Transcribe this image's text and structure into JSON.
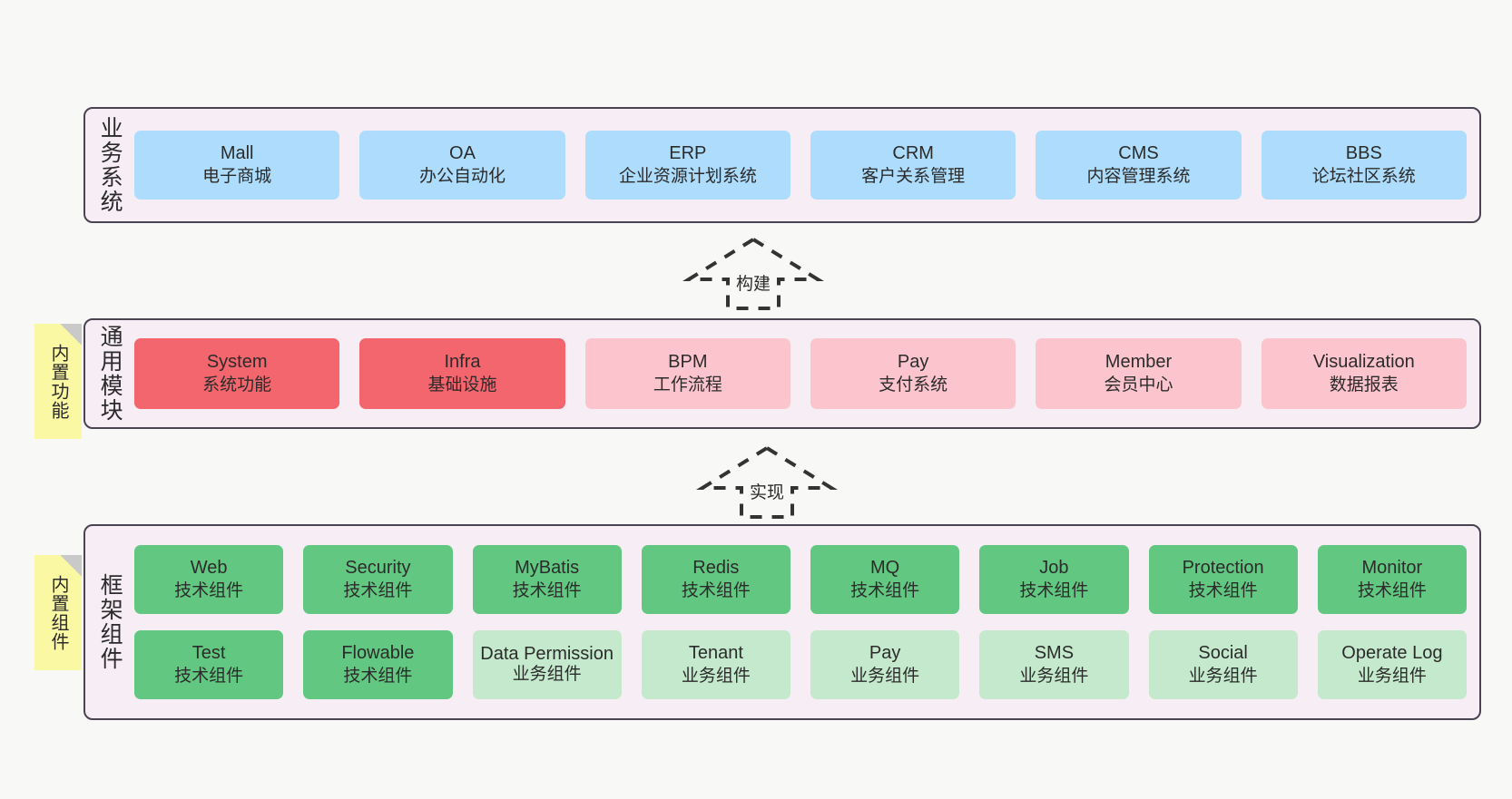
{
  "diagram": {
    "background_color": "#f8f8f7",
    "layer_bg_color": "#f7edf5",
    "layer_border_color": "#4a4452",
    "note_color": "#fbf8a4"
  },
  "notes": [
    {
      "label": "内置功能"
    },
    {
      "label": "内置组件"
    }
  ],
  "arrows": [
    {
      "label": "构建"
    },
    {
      "label": "实现"
    }
  ],
  "layers": [
    {
      "title": "业务系统",
      "rows": [
        {
          "cards": [
            {
              "name": "Mall",
              "sub": "电子商城",
              "color": "#addcfc"
            },
            {
              "name": "OA",
              "sub": "办公自动化",
              "color": "#addcfc"
            },
            {
              "name": "ERP",
              "sub": "企业资源计划系统",
              "color": "#addcfc"
            },
            {
              "name": "CRM",
              "sub": "客户关系管理",
              "color": "#addcfc"
            },
            {
              "name": "CMS",
              "sub": "内容管理系统",
              "color": "#addcfc"
            },
            {
              "name": "BBS",
              "sub": "论坛社区系统",
              "color": "#addcfc"
            }
          ]
        }
      ]
    },
    {
      "title": "通用模块",
      "rows": [
        {
          "cards": [
            {
              "name": "System",
              "sub": "系统功能",
              "color": "#f4666e"
            },
            {
              "name": "Infra",
              "sub": "基础设施",
              "color": "#f4666e"
            },
            {
              "name": "BPM",
              "sub": "工作流程",
              "color": "#fcc5cd"
            },
            {
              "name": "Pay",
              "sub": "支付系统",
              "color": "#fcc5cd"
            },
            {
              "name": "Member",
              "sub": "会员中心",
              "color": "#fcc5cd"
            },
            {
              "name": "Visualization",
              "sub": "数据报表",
              "color": "#fcc5cd"
            }
          ]
        }
      ]
    },
    {
      "title": "框架组件",
      "rows": [
        {
          "cards": [
            {
              "name": "Web",
              "sub": "技术组件",
              "color": "#62c881"
            },
            {
              "name": "Security",
              "sub": "技术组件",
              "color": "#62c881"
            },
            {
              "name": "MyBatis",
              "sub": "技术组件",
              "color": "#62c881"
            },
            {
              "name": "Redis",
              "sub": "技术组件",
              "color": "#62c881"
            },
            {
              "name": "MQ",
              "sub": "技术组件",
              "color": "#62c881"
            },
            {
              "name": "Job",
              "sub": "技术组件",
              "color": "#62c881"
            },
            {
              "name": "Protection",
              "sub": "技术组件",
              "color": "#62c881"
            },
            {
              "name": "Monitor",
              "sub": "技术组件",
              "color": "#62c881"
            }
          ]
        },
        {
          "cards": [
            {
              "name": "Test",
              "sub": "技术组件",
              "color": "#62c881"
            },
            {
              "name": "Flowable",
              "sub": "技术组件",
              "color": "#62c881"
            },
            {
              "name": "Data Permission",
              "sub": "业务组件",
              "color": "#c4e9cc"
            },
            {
              "name": "Tenant",
              "sub": "业务组件",
              "color": "#c4e9cc"
            },
            {
              "name": "Pay",
              "sub": "业务组件",
              "color": "#c4e9cc"
            },
            {
              "name": "SMS",
              "sub": "业务组件",
              "color": "#c4e9cc"
            },
            {
              "name": "Social",
              "sub": "业务组件",
              "color": "#c4e9cc"
            },
            {
              "name": "Operate Log",
              "sub": "业务组件",
              "color": "#c4e9cc"
            }
          ]
        }
      ]
    }
  ]
}
